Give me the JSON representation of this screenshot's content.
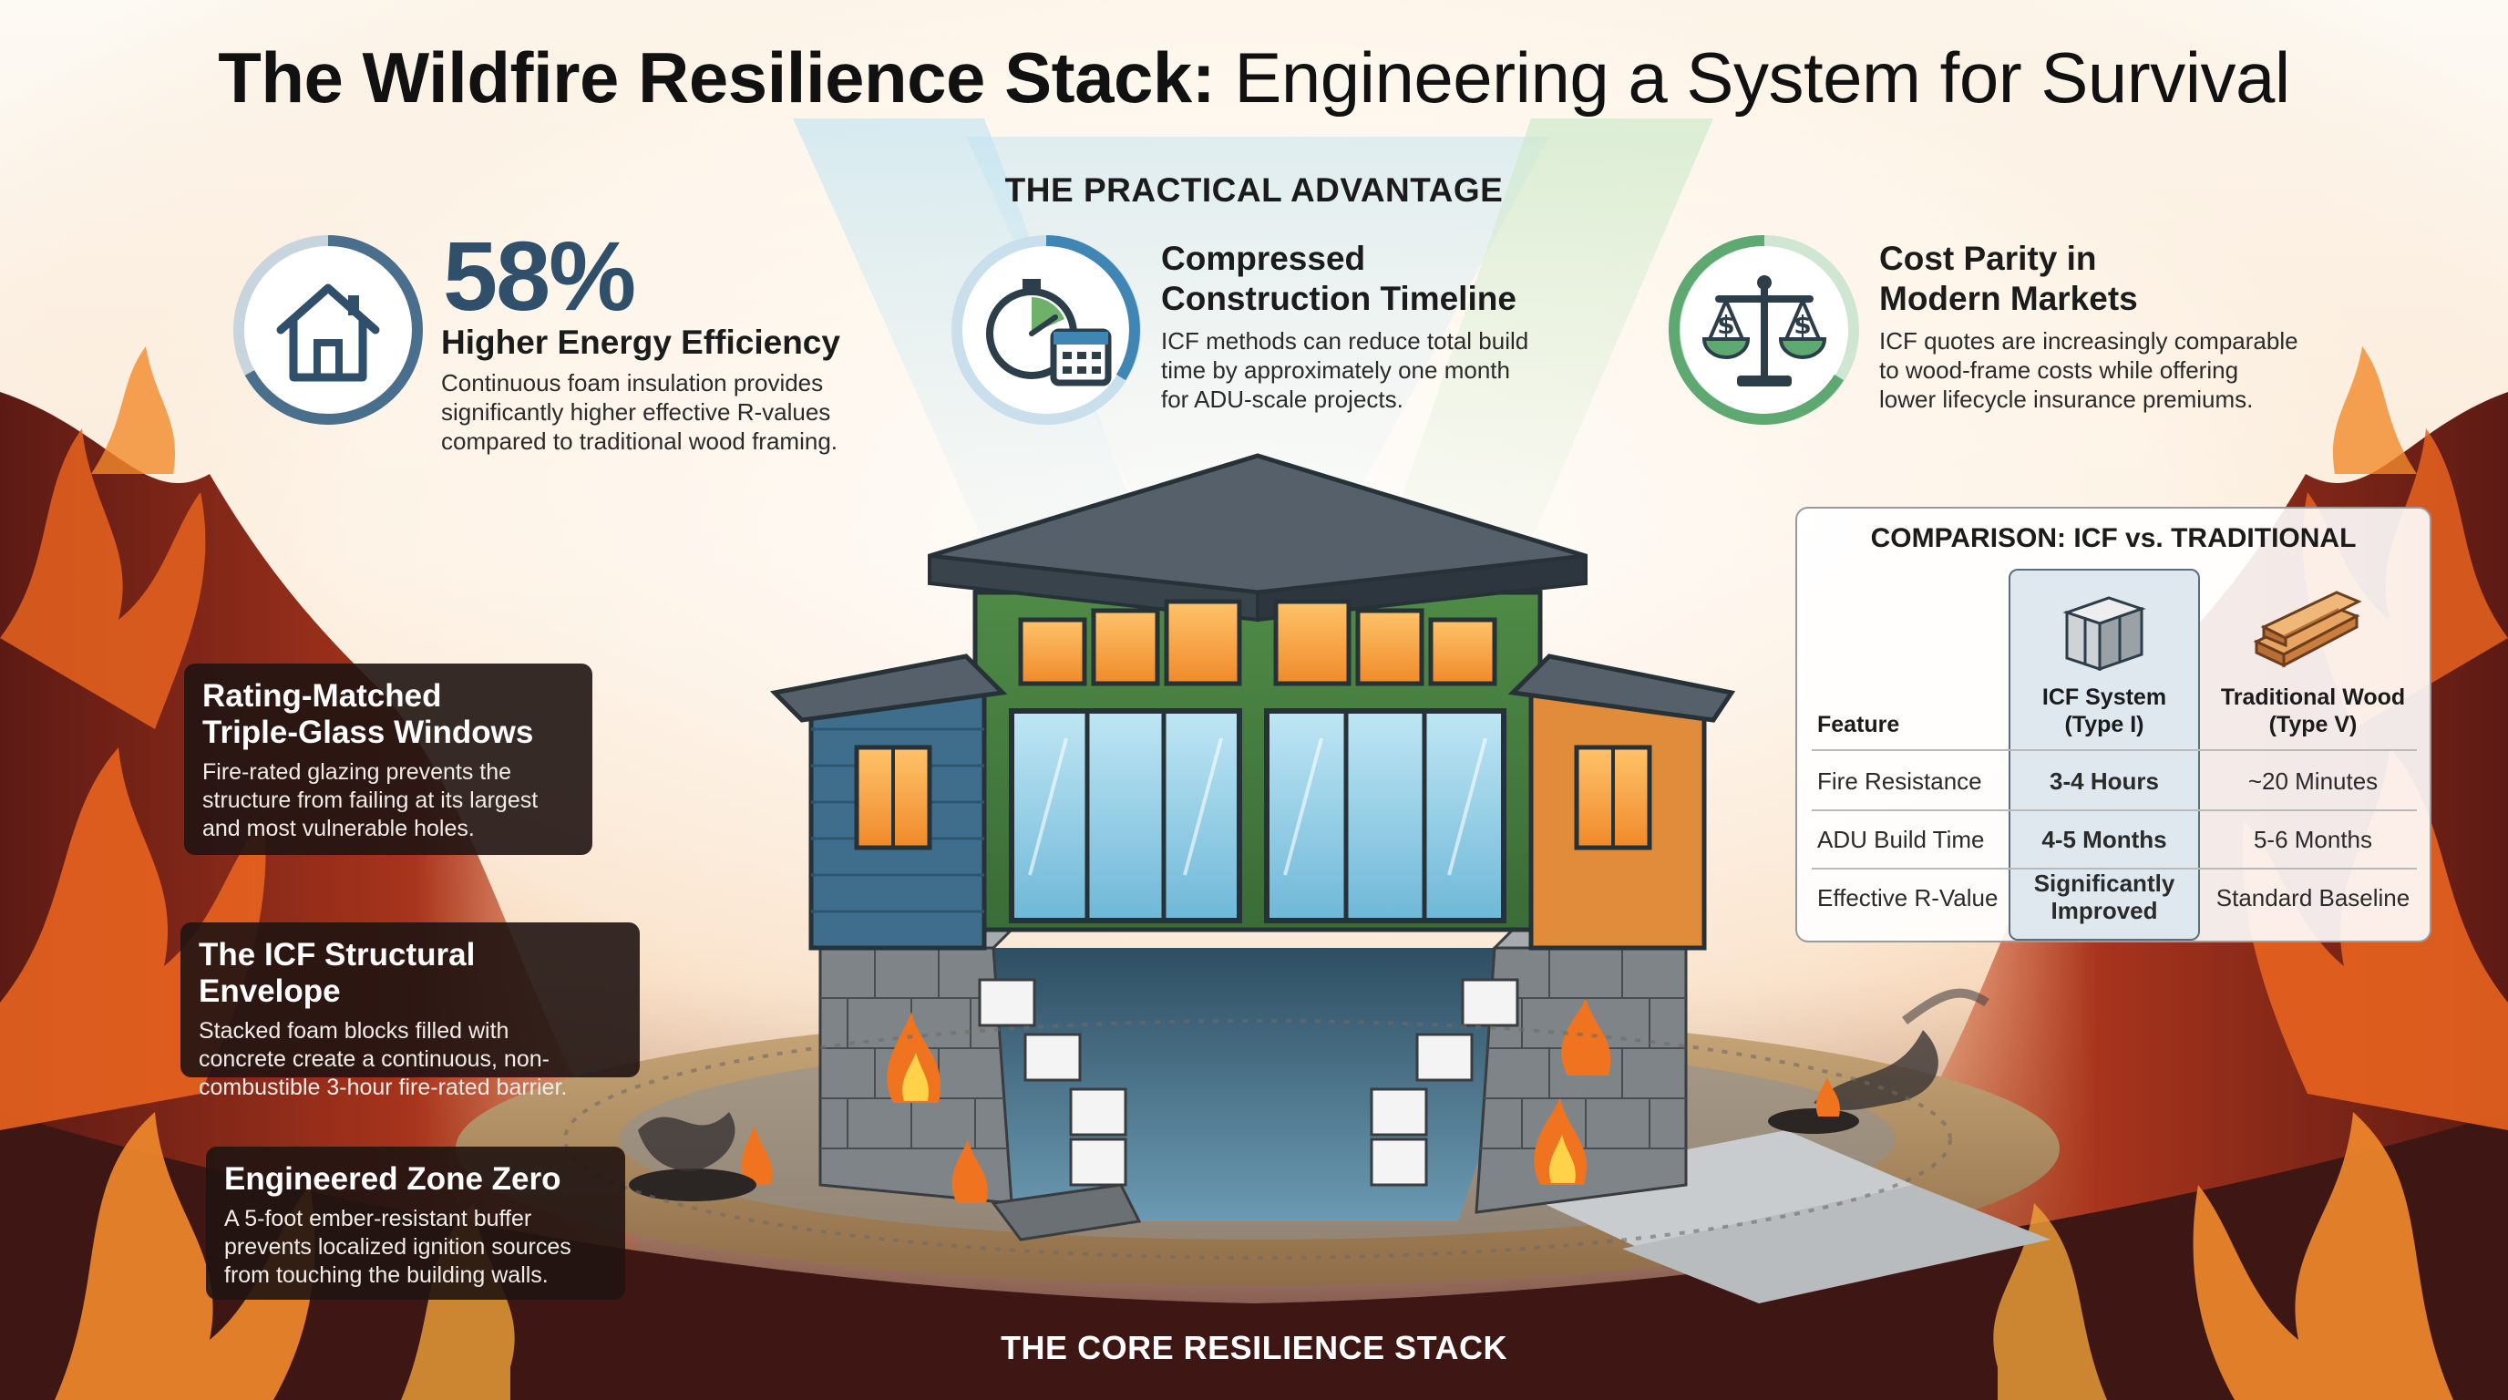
{
  "title": {
    "bold": "The Wildfire Resilience Stack:",
    "rest": "Engineering a System for Survival"
  },
  "advantage": {
    "heading": "THE PRACTICAL ADVANTAGE",
    "energy": {
      "icon": "house-icon",
      "number": "58%",
      "title": "Higher Energy Efficiency",
      "desc": [
        "Continuous foam insulation provides",
        "significantly higher effective R-values",
        "compared to traditional wood framing."
      ]
    },
    "timeline": {
      "icon": "stopwatch-calendar-icon",
      "title": [
        "Compressed",
        "Construction Timeline"
      ],
      "desc": [
        "ICF methods can reduce total build",
        "time by approximately one month",
        "for ADU-scale projects."
      ]
    },
    "cost": {
      "icon": "scales-icon",
      "title": [
        "Cost Parity in",
        "Modern Markets"
      ],
      "desc": [
        "ICF quotes are increasingly comparable",
        "to wood-frame costs while offering",
        "lower lifecycle insurance premiums."
      ]
    }
  },
  "callouts": [
    {
      "title": [
        "Rating-Matched",
        "Triple-Glass Windows"
      ],
      "body": [
        "Fire-rated glazing prevents the",
        "structure from failing at its largest",
        "and most vulnerable holes."
      ]
    },
    {
      "title": [
        "The ICF Structural Envelope"
      ],
      "body": [
        "Stacked foam blocks filled with",
        "concrete create a continuous, non-",
        "combustible 3-hour fire-rated barrier."
      ]
    },
    {
      "title": [
        "Engineered Zone Zero"
      ],
      "body": [
        "A 5-foot ember-resistant buffer",
        "prevents localized ignition sources",
        "from touching the building walls."
      ]
    }
  ],
  "comparison": {
    "title": "COMPARISON: ICF vs. TRADITIONAL",
    "headers": {
      "feature": "Feature",
      "icf": [
        "ICF System",
        "(Type I)"
      ],
      "wood": [
        "Traditional Wood",
        "(Type V)"
      ]
    },
    "rows": [
      {
        "feature": "Fire Resistance",
        "icf": [
          "3-4 Hours"
        ],
        "wood": "~20 Minutes"
      },
      {
        "feature": "ADU Build Time",
        "icf": [
          "4-5 Months"
        ],
        "wood": "5-6 Months"
      },
      {
        "feature": "Effective R-Value",
        "icf": [
          "Significantly",
          "Improved"
        ],
        "wood": "Standard Baseline"
      }
    ]
  },
  "core_label": "THE CORE RESILIENCE STACK",
  "colors": {
    "energy_ring": "#4a6f8c",
    "timeline_ring": "#3f86b4",
    "cost_ring": "#5ea872",
    "flame": "#e8631f",
    "panel_dark": "#201412"
  }
}
